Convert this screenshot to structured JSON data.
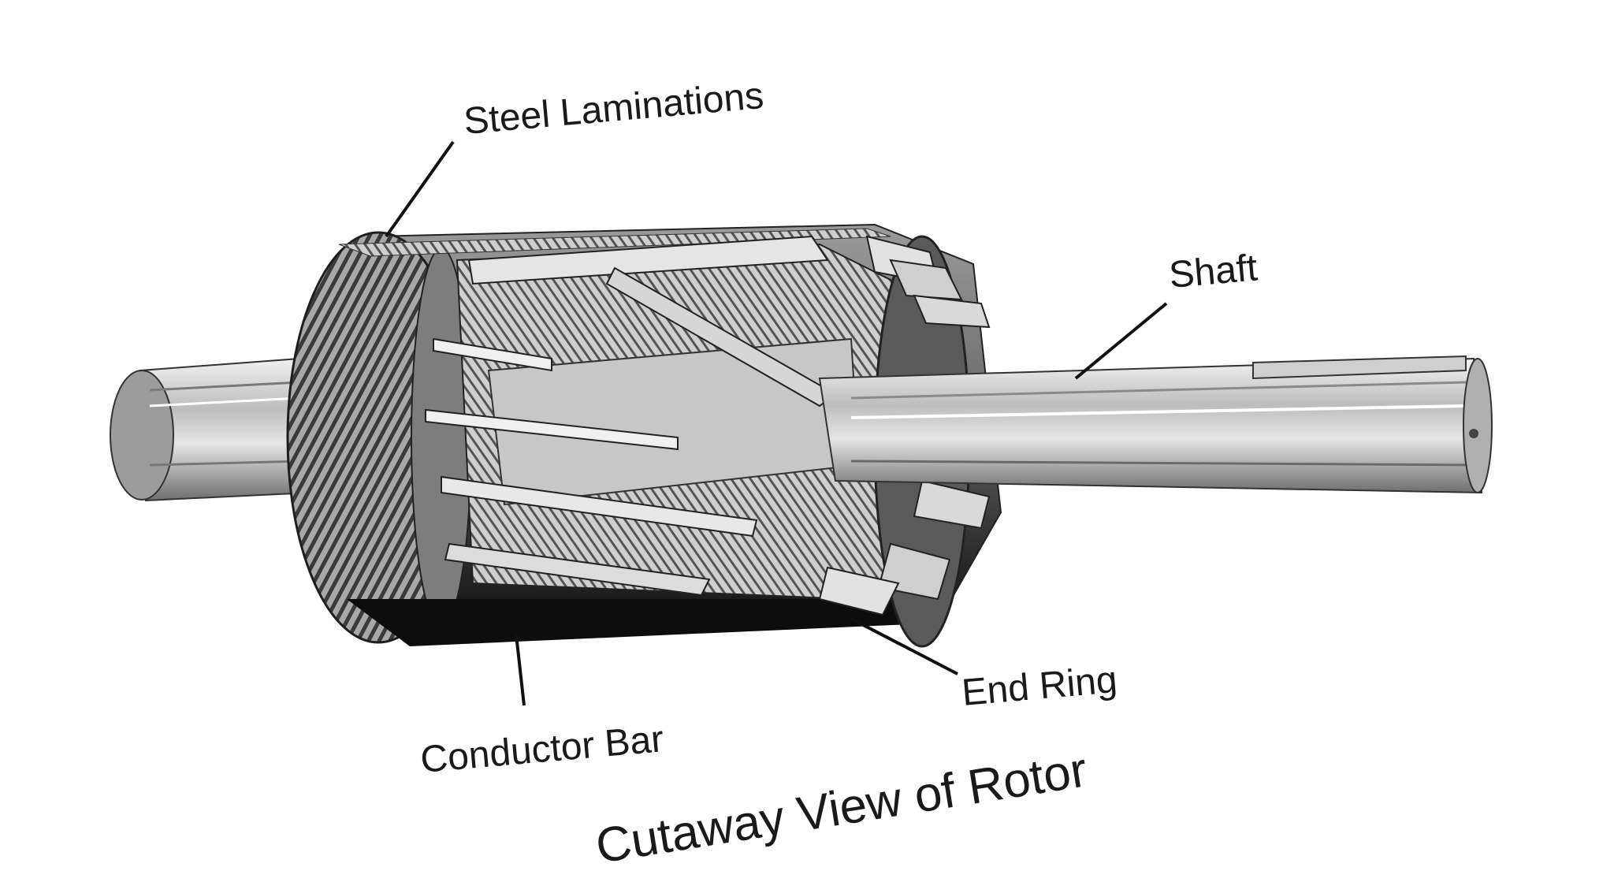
{
  "labels": {
    "steel_laminations": "Steel Laminations",
    "shaft": "Shaft",
    "conductor_bar": "Conductor Bar",
    "end_ring": "End Ring"
  },
  "caption": "Cutaway View of Rotor",
  "colors": {
    "background": "#ffffff",
    "steel_dark": "#2b2b2b",
    "steel_mid": "#8a8a8a",
    "steel_light": "#d9d9d9",
    "text": "#1a1a1a"
  }
}
